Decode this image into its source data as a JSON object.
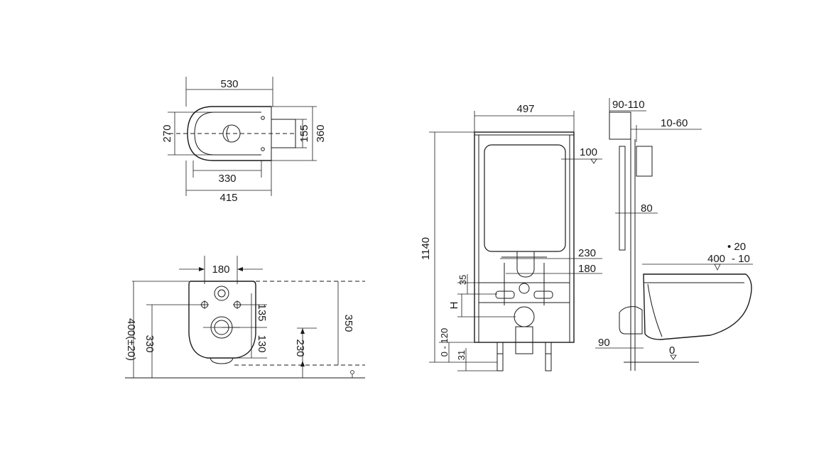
{
  "top_view": {
    "width_overall": "530",
    "width_body": "415",
    "width_inner": "330",
    "depth_overall": "360",
    "depth_body": "270",
    "depth_inner": "155"
  },
  "rear_view": {
    "hole_spacing": "180",
    "height_range": "400(±20)",
    "height_outlet": "330",
    "bolt_to_outlet": "135",
    "outlet_offset": "130",
    "inlet_height": "230",
    "floor_height": "350"
  },
  "frame_front": {
    "frame_width": "497",
    "frame_height": "1140",
    "button_height": "100",
    "bolt_spacing_upper": "230",
    "bolt_spacing_lower": "180",
    "bolt_offset": "35",
    "bolt_label": "H",
    "leg_range": "0 - 120",
    "leg_offset": "31"
  },
  "frame_side": {
    "wall_range": "90-110",
    "plate_range": "10-60",
    "side_gap": "80",
    "pan_height": "400",
    "pan_tol_plus": "• 20",
    "pan_tol_minus": "- 10",
    "floor_label": "0",
    "outlet_depth": "90"
  }
}
